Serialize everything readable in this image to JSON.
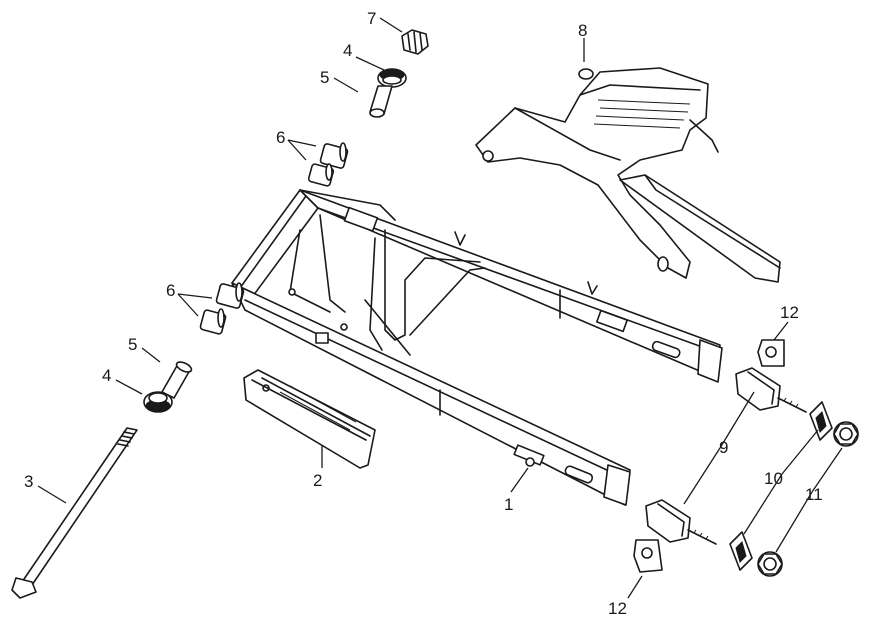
{
  "diagram": {
    "callouts": {
      "c1": "1",
      "c2": "2",
      "c3": "3",
      "c4a": "4",
      "c4b": "4",
      "c5a": "5",
      "c5b": "5",
      "c6a": "6",
      "c6b": "6",
      "c7": "7",
      "c8": "8",
      "c9": "9",
      "c10": "10",
      "c11": "11",
      "c12a": "12",
      "c12b": "12"
    }
  }
}
